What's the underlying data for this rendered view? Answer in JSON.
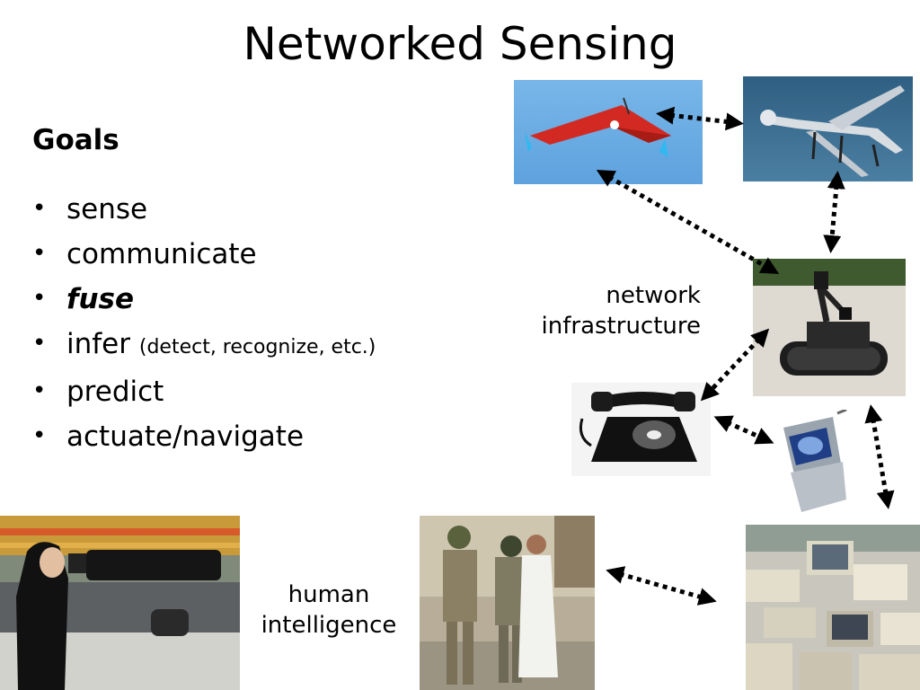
{
  "slide": {
    "title": "Networked Sensing",
    "goals_heading": "Goals",
    "bullet_glyph": "•",
    "bullets": [
      {
        "text": "sense",
        "emphasis": false,
        "note": ""
      },
      {
        "text": "communicate",
        "emphasis": false,
        "note": ""
      },
      {
        "text": "fuse",
        "emphasis": true,
        "note": ""
      },
      {
        "text": "infer",
        "emphasis": false,
        "note": "(detect, recognize, etc.)"
      },
      {
        "text": "predict",
        "emphasis": false,
        "note": ""
      },
      {
        "text": "actuate/navigate",
        "emphasis": false,
        "note": ""
      }
    ],
    "labels": {
      "network_line1": "network",
      "network_line2": "infrastructure",
      "human_line1": "human",
      "human_line2": "intelligence"
    },
    "images": [
      "red-flying-wing-drone-photo",
      "predator-uav-photo",
      "tracked-ground-robot-photo",
      "rotary-telephone-photo",
      "flip-cell-phone-photo",
      "photographer-telephoto-lens-photo",
      "soldiers-with-civilian-photo",
      "computer-junk-pile-photo"
    ],
    "colors": {
      "text": "#000000",
      "background": "#ffffff",
      "arrow": "#000000"
    }
  }
}
